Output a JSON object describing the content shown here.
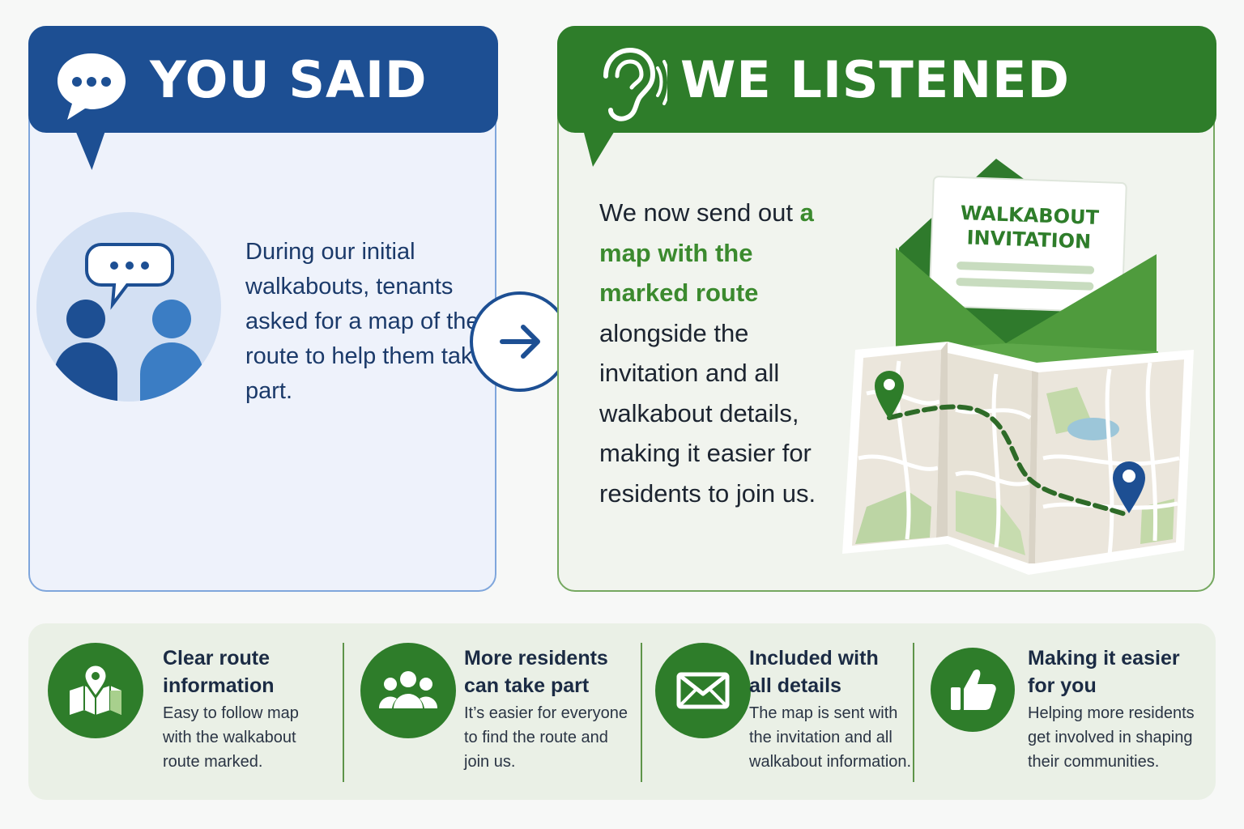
{
  "you_said": {
    "title": "YOU SAID",
    "text": "During our initial walkabouts, tenants asked for a map of the route to help them take part."
  },
  "we_listened": {
    "title": "WE LISTENED",
    "text_before": "We now send out",
    "text_highlight": "a map with the marked route",
    "text_after": "alongside the invitation and all walkabout details, making it easier for residents to join us.",
    "invitation_label": "WALKABOUT INVITATION"
  },
  "benefits": [
    {
      "icon": "map-pin-icon",
      "title": "Clear route\ninformation",
      "desc": "Easy to follow map\nwith the walkabout\nroute marked."
    },
    {
      "icon": "people-group-icon",
      "title": "More residents\ncan take part",
      "desc": "It’s easier for everyone\nto find the route and\njoin us."
    },
    {
      "icon": "envelope-icon",
      "title": "Included with\nall details",
      "desc": "The map is sent with\nthe invitation and all\nwalkabout information."
    },
    {
      "icon": "thumbs-up-icon",
      "title": "Making it easier\nfor you",
      "desc": "Helping more residents\nget involved in shaping\ntheir communities."
    }
  ],
  "colors": {
    "blue": "#1d4f93",
    "green": "#2e7d2a",
    "highlight_green": "#3b8a2e"
  }
}
